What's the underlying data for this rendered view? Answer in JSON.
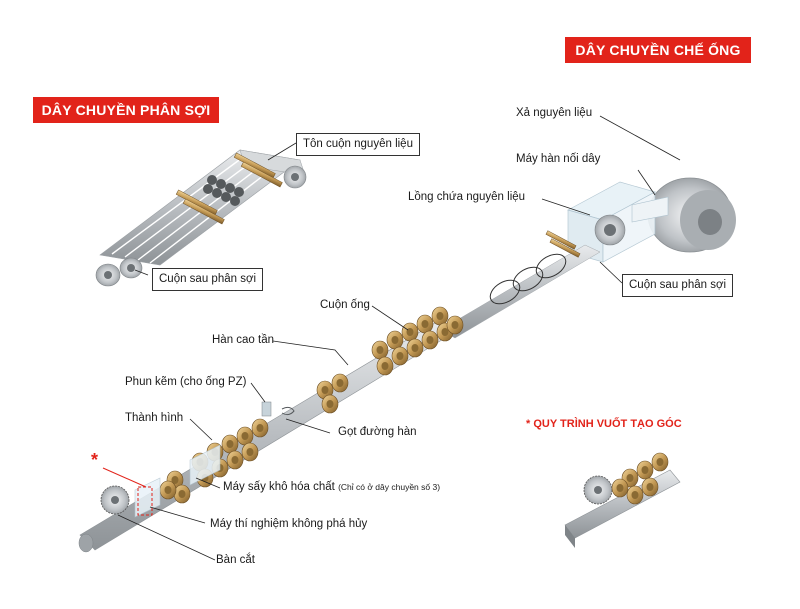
{
  "banners": {
    "tube_line": "DÂY CHUYỀN CHẾ ỐNG",
    "slitting_line": "DÂY CHUYỀN PHÂN SỢI"
  },
  "slitting": {
    "coil_material": "Tôn cuộn nguyên liệu",
    "after_slitting": "Cuộn sau phân sợi"
  },
  "tube": {
    "uncoiler": "Xả nguyên liệu",
    "welder_joiner": "Máy hàn nối dây",
    "accumulator": "Lồng chứa nguyên liệu",
    "slit_coil": "Cuộn sau phân sợi",
    "roll_forming": "Cuộn ống",
    "hf_welding": "Hàn cao tần",
    "zinc_spray": "Phun kẽm (cho ống PZ)",
    "bead_trim": "Gọt đường hàn",
    "forming": "Thành hình",
    "dryer": "Máy sấy khô hóa chất",
    "dryer_note": "(Chỉ có ở dây chuyền số 3)",
    "ndt": "Máy thí nghiệm không phá hủy",
    "cutting": "Bàn cắt"
  },
  "corner_process": {
    "asterisk": "*",
    "title": "QUY TRÌNH VUỐT TẠO GÓC"
  },
  "colors": {
    "accent_red": "#e2231a",
    "brass": "#c49a55",
    "steel": "#b8bcc0"
  }
}
